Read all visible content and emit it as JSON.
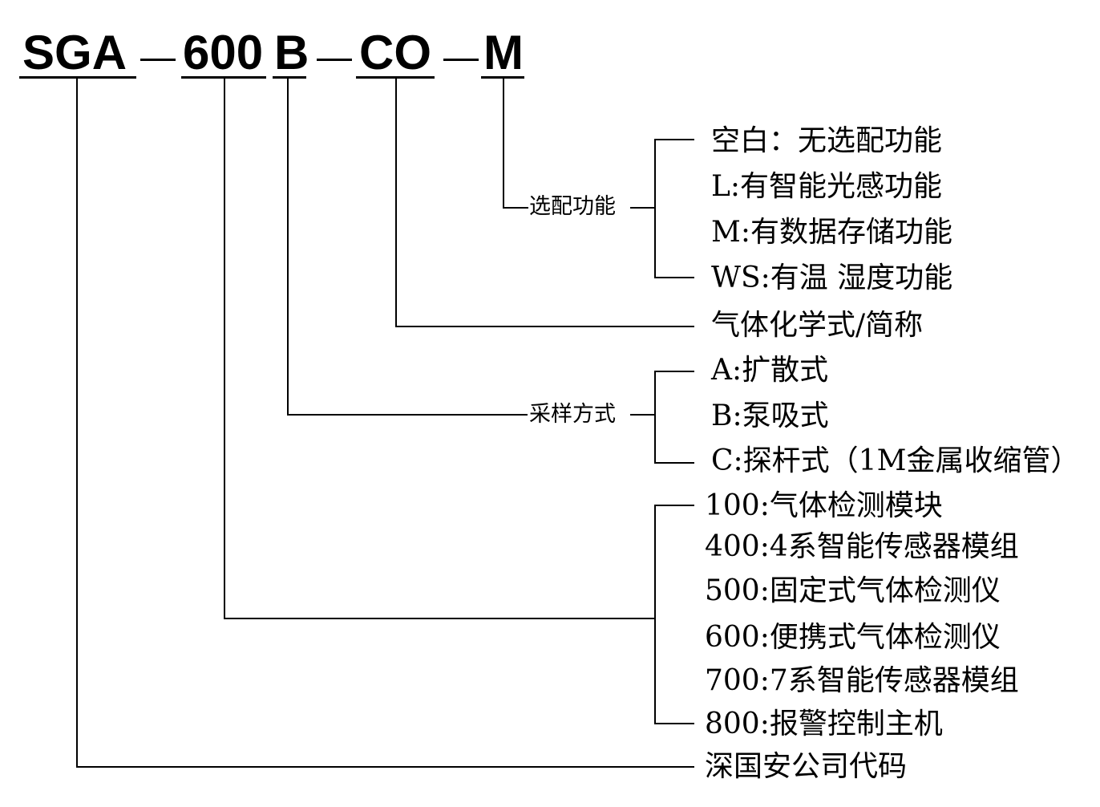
{
  "model_code": {
    "segments": [
      "SGA",
      "600",
      "B",
      "CO",
      "M"
    ]
  },
  "groups": {
    "optional": {
      "label": "选配功能",
      "options": [
        "空白：无选配功能",
        "L:有智能光感功能",
        "M:有数据存储功能",
        "WS:有温 湿度功能"
      ]
    },
    "gas": {
      "options": [
        "气体化学式/简称"
      ]
    },
    "sampling": {
      "label": "采样方式",
      "options": [
        "A:扩散式",
        "B:泵吸式",
        "C:探杆式（1M金属收缩管）"
      ]
    },
    "product": {
      "options": [
        "100:气体检测模块",
        "400:4系智能传感器模组",
        "500:固定式气体检测仪",
        "600:便携式气体检测仪",
        "700:7系智能传感器模组",
        "800:报警控制主机"
      ]
    },
    "company": {
      "options": [
        "深国安公司代码"
      ]
    }
  }
}
